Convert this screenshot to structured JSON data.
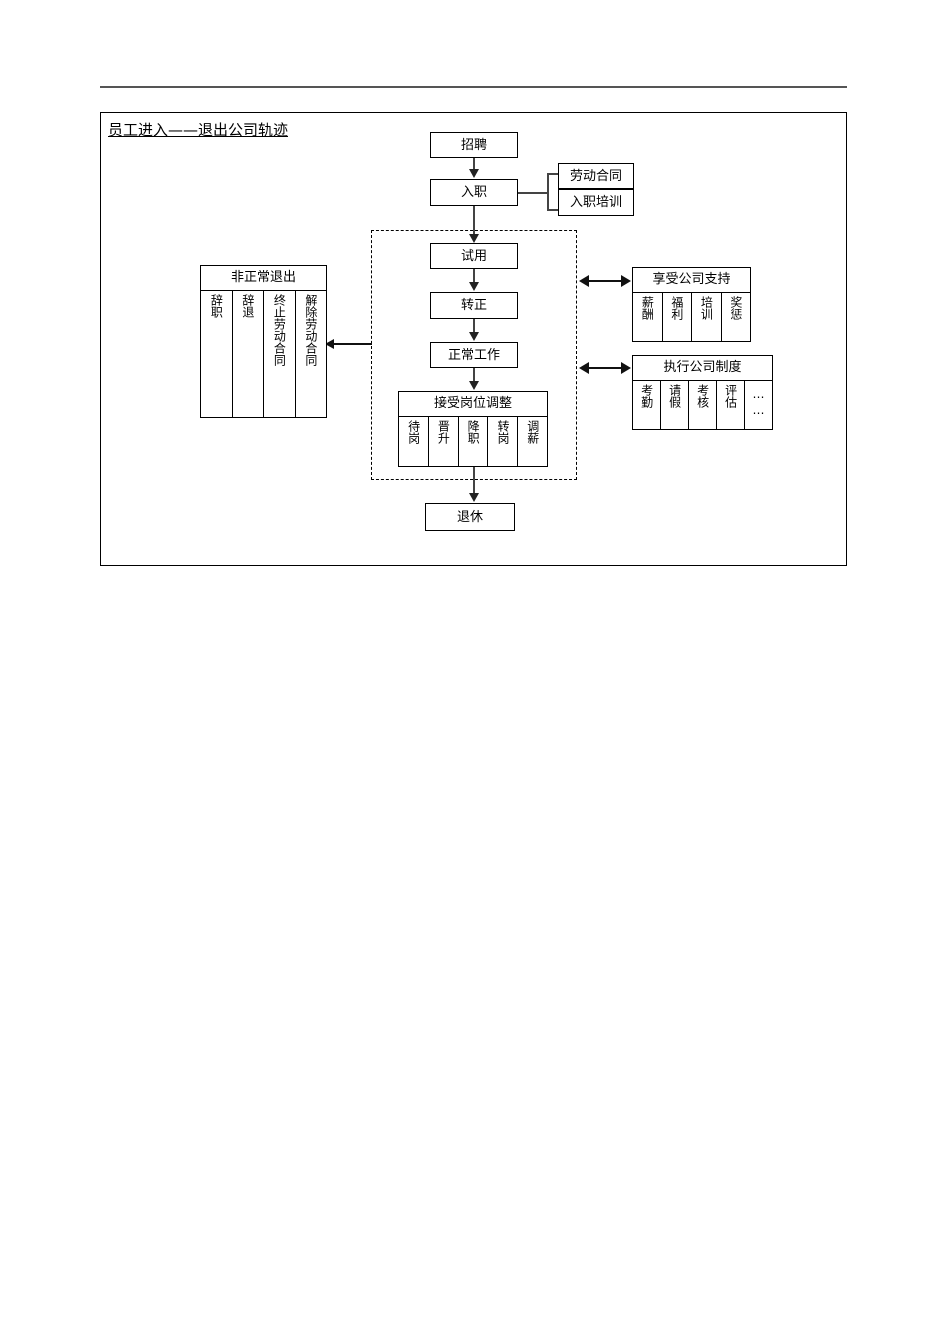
{
  "document": {
    "title": "员工进入——退出公司轨迹"
  },
  "flow": {
    "recruit": "招聘",
    "onboard": "入职",
    "probation": "试用",
    "confirm": "转正",
    "normal_work": "正常工作",
    "retire": "退休"
  },
  "onboard_docs": {
    "contract": "劳动合同",
    "training": "入职培训"
  },
  "position_adjust": {
    "header": "接受岗位调整",
    "items": [
      "待岗",
      "晋升",
      "降职",
      "转岗",
      "调薪"
    ]
  },
  "abnormal_exit": {
    "header": "非正常退出",
    "items": [
      "辞职",
      "辞退",
      "终止劳动合同",
      "解除劳动合同"
    ]
  },
  "company_support": {
    "header": "享受公司支持",
    "items": [
      "薪酬",
      "福利",
      "培训",
      "奖惩"
    ]
  },
  "company_rules": {
    "header": "执行公司制度",
    "items": [
      "考勤",
      "请假",
      "考核",
      "评估"
    ],
    "more_line1": "⋯",
    "more_line2": "⋯"
  },
  "colors": {
    "line": "#000000",
    "arrow": "#222222",
    "rule": "#555555",
    "background": "#ffffff"
  }
}
